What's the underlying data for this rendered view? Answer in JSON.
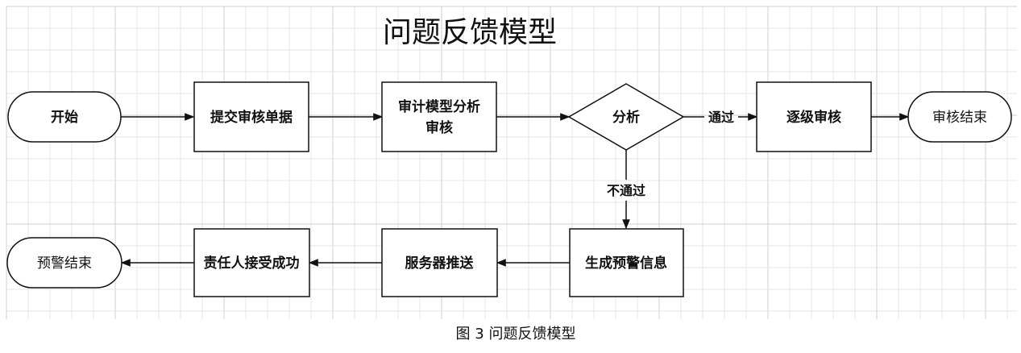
{
  "diagram": {
    "title": "问题反馈模型",
    "caption": "图 3 问题反馈模型",
    "nodes": {
      "start": "开始",
      "submit": "提交审核单据",
      "audit_line1": "审计模型分析",
      "audit_line2": "审核",
      "analyze": "分析",
      "escalate": "逐级审核",
      "review_end": "审核结束",
      "generate_warning": "生成预警信息",
      "server_push": "服务器推送",
      "accept": "责任人接受成功",
      "warning_end": "预警结束"
    },
    "edges": {
      "pass": "通过",
      "fail": "不通过"
    }
  }
}
